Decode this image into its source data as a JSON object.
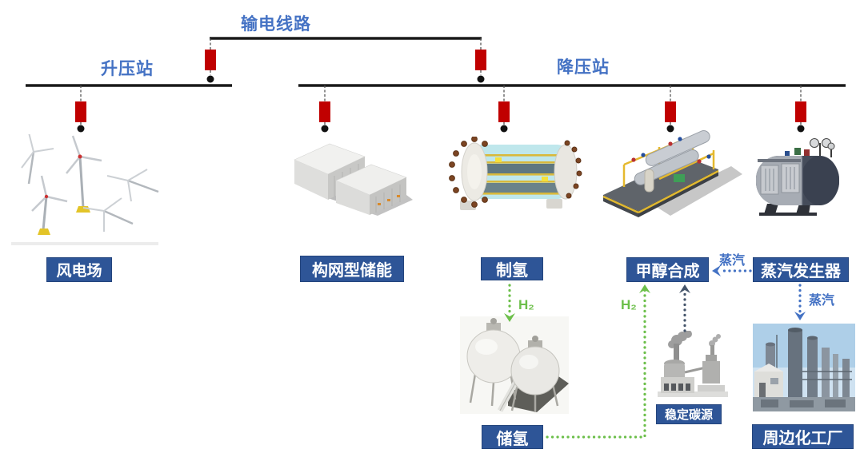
{
  "diagram": {
    "transmission_label": "输电线路",
    "step_up_label": "升压站",
    "step_down_label": "降压站",
    "nodes": {
      "wind_farm": "风电场",
      "grid_storage": "构网型储能",
      "hydrogen_production": "制氢",
      "methanol_synthesis": "甲醇合成",
      "steam_generator": "蒸汽发生器",
      "hydrogen_storage": "储氢",
      "carbon_source": "稳定碳源",
      "chemical_plant": "周边化工厂"
    },
    "flows": {
      "h2_to_storage": "H₂",
      "h2_to_methanol": "H₂",
      "steam_to_methanol": "蒸汽",
      "steam_to_plant": "蒸汽"
    },
    "colors": {
      "label_blue": "#4472C4",
      "box_blue": "#2E5597",
      "breaker_red": "#C00000",
      "h2_green": "#6CBF4A",
      "steam_blue": "#4472C4",
      "carbon_arrow_dark": "#44546A",
      "bus_black": "#1a1a1a"
    }
  }
}
